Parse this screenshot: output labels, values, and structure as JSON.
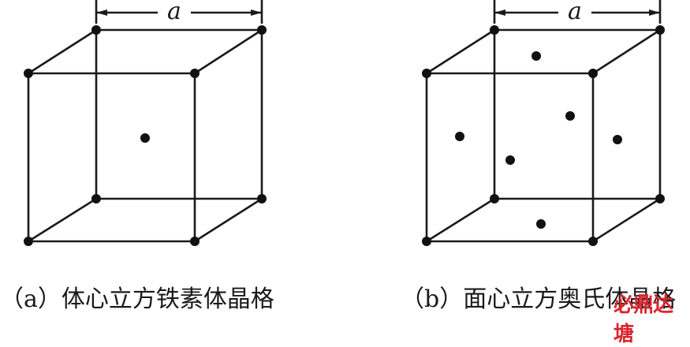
{
  "diagram": {
    "dimension_label": "a",
    "captions": {
      "bcc": "（a）体心立方铁素体晶格",
      "fcc": "（b）面心立方奥氏体晶格"
    },
    "watermark": "必鼎达塘",
    "colors": {
      "line": "#1a1a1a",
      "atom": "#111111",
      "watermark": "#d9262e"
    }
  }
}
